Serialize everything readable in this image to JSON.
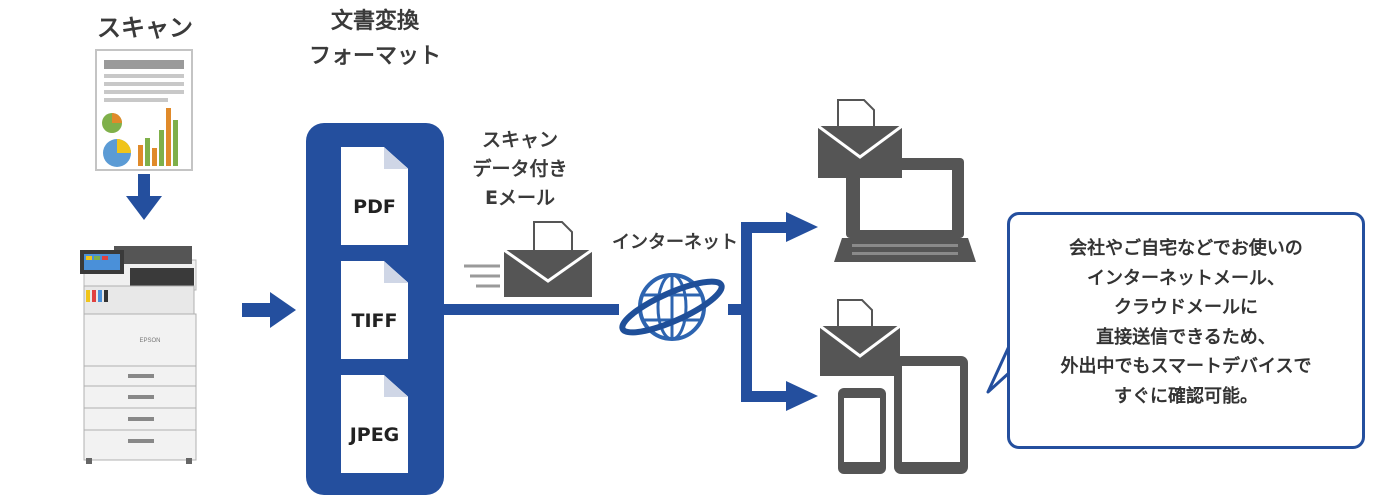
{
  "labels": {
    "scan": "スキャン",
    "format_line1": "文書変換",
    "format_line2": "フォーマット",
    "email_line1": "スキャン",
    "email_line2": "データ付き",
    "email_line3": "Eメール",
    "internet": "インターネット"
  },
  "formats": [
    "PDF",
    "TIFF",
    "JPEG"
  ],
  "callout_lines": [
    "会社やご自宅などでお使いの",
    "インターネットメール、",
    "クラウドメールに",
    "直接送信できるため、",
    "外出中でもスマートデバイスで",
    "すぐに確認可能。"
  ],
  "printer_brand": "EPSON",
  "colors": {
    "blue": "#244f9e",
    "dark_gray": "#555555",
    "light_gray": "#c8c8c8",
    "chart_green": "#7fb04a",
    "chart_orange": "#e08a2a",
    "chart_yellow": "#f0c419",
    "chart_blue": "#5b9bd5"
  }
}
